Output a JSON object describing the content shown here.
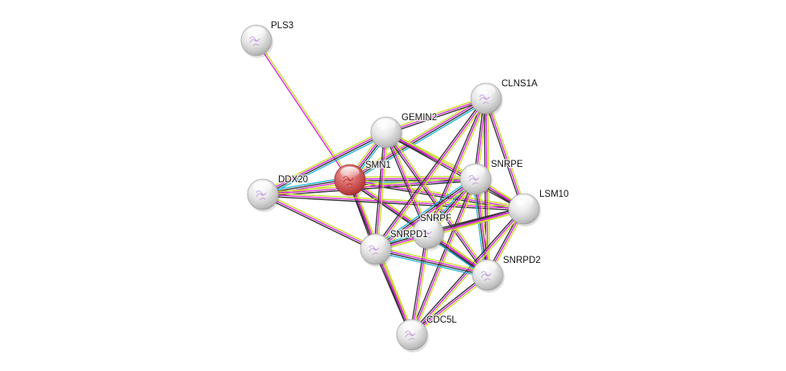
{
  "network": {
    "query_protein": "SMN1",
    "colors": {
      "query_node": "#d24a4a",
      "node": "#e6e6e6",
      "edge_textmining": "#c8dc2d",
      "edge_experiments": "#d728d7",
      "edge_coexpression": "#333333",
      "edge_database": "#22b6d6",
      "structure_glyph": "#b27fd6"
    },
    "nodes": [
      {
        "id": "PLS3",
        "label": "PLS3",
        "query": false,
        "has_structure": true
      },
      {
        "id": "GEMIN2",
        "label": "GEMIN2",
        "query": false,
        "has_structure": false
      },
      {
        "id": "CLNS1A",
        "label": "CLNS1A",
        "query": false,
        "has_structure": true
      },
      {
        "id": "SMN1",
        "label": "SMN1",
        "query": true,
        "has_structure": true
      },
      {
        "id": "DDX20",
        "label": "DDX20",
        "query": false,
        "has_structure": true
      },
      {
        "id": "SNRPE",
        "label": "SNRPE",
        "query": false,
        "has_structure": true
      },
      {
        "id": "LSM10",
        "label": "LSM10",
        "query": false,
        "has_structure": false
      },
      {
        "id": "SNRPF",
        "label": "SNRPF",
        "query": false,
        "has_structure": true
      },
      {
        "id": "SNRPD1",
        "label": "SNRPD1",
        "query": false,
        "has_structure": true
      },
      {
        "id": "SNRPD2",
        "label": "SNRPD2",
        "query": false,
        "has_structure": true
      },
      {
        "id": "CDC5L",
        "label": "CDC5L",
        "query": false,
        "has_structure": true
      }
    ],
    "edges": [
      {
        "source": "PLS3",
        "target": "SMN1",
        "types": [
          "textmining",
          "experiments"
        ]
      },
      {
        "source": "SMN1",
        "target": "GEMIN2",
        "types": [
          "textmining",
          "experiments",
          "coexpression",
          "database"
        ]
      },
      {
        "source": "SMN1",
        "target": "DDX20",
        "types": [
          "textmining",
          "experiments",
          "coexpression",
          "database"
        ]
      },
      {
        "source": "SMN1",
        "target": "CLNS1A",
        "types": [
          "textmining",
          "experiments",
          "coexpression",
          "database"
        ]
      },
      {
        "source": "SMN1",
        "target": "SNRPE",
        "types": [
          "textmining",
          "experiments",
          "coexpression",
          "database"
        ]
      },
      {
        "source": "SMN1",
        "target": "LSM10",
        "types": [
          "textmining",
          "experiments",
          "coexpression"
        ]
      },
      {
        "source": "SMN1",
        "target": "SNRPF",
        "types": [
          "textmining",
          "experiments",
          "coexpression"
        ]
      },
      {
        "source": "SMN1",
        "target": "SNRPD1",
        "types": [
          "textmining",
          "experiments",
          "coexpression"
        ]
      },
      {
        "source": "SMN1",
        "target": "SNRPD2",
        "types": [
          "textmining",
          "experiments",
          "coexpression"
        ]
      },
      {
        "source": "SMN1",
        "target": "CDC5L",
        "types": [
          "textmining",
          "experiments",
          "coexpression"
        ]
      },
      {
        "source": "DDX20",
        "target": "GEMIN2",
        "types": [
          "textmining",
          "experiments",
          "coexpression",
          "database"
        ]
      },
      {
        "source": "DDX20",
        "target": "SNRPE",
        "types": [
          "textmining",
          "experiments",
          "coexpression"
        ]
      },
      {
        "source": "DDX20",
        "target": "LSM10",
        "types": [
          "textmining",
          "experiments",
          "coexpression"
        ]
      },
      {
        "source": "DDX20",
        "target": "SNRPD1",
        "types": [
          "textmining",
          "experiments",
          "coexpression"
        ]
      },
      {
        "source": "GEMIN2",
        "target": "CLNS1A",
        "types": [
          "textmining",
          "experiments",
          "coexpression"
        ]
      },
      {
        "source": "GEMIN2",
        "target": "SNRPE",
        "types": [
          "textmining",
          "experiments",
          "coexpression"
        ]
      },
      {
        "source": "GEMIN2",
        "target": "LSM10",
        "types": [
          "textmining",
          "experiments",
          "coexpression"
        ]
      },
      {
        "source": "GEMIN2",
        "target": "SNRPF",
        "types": [
          "textmining",
          "experiments",
          "coexpression"
        ]
      },
      {
        "source": "GEMIN2",
        "target": "SNRPD1",
        "types": [
          "textmining",
          "experiments",
          "coexpression"
        ]
      },
      {
        "source": "GEMIN2",
        "target": "SNRPD2",
        "types": [
          "textmining",
          "experiments",
          "coexpression"
        ]
      },
      {
        "source": "CLNS1A",
        "target": "SNRPE",
        "types": [
          "textmining",
          "experiments",
          "coexpression"
        ]
      },
      {
        "source": "CLNS1A",
        "target": "LSM10",
        "types": [
          "textmining",
          "experiments",
          "coexpression"
        ]
      },
      {
        "source": "CLNS1A",
        "target": "SNRPF",
        "types": [
          "textmining",
          "experiments",
          "coexpression"
        ]
      },
      {
        "source": "CLNS1A",
        "target": "SNRPD1",
        "types": [
          "textmining",
          "experiments",
          "coexpression"
        ]
      },
      {
        "source": "CLNS1A",
        "target": "SNRPD2",
        "types": [
          "textmining",
          "experiments",
          "coexpression"
        ]
      },
      {
        "source": "SNRPE",
        "target": "LSM10",
        "types": [
          "textmining",
          "experiments",
          "coexpression"
        ]
      },
      {
        "source": "SNRPE",
        "target": "SNRPF",
        "types": [
          "textmining",
          "experiments",
          "coexpression",
          "database"
        ]
      },
      {
        "source": "SNRPE",
        "target": "SNRPD1",
        "types": [
          "textmining",
          "experiments",
          "coexpression",
          "database"
        ]
      },
      {
        "source": "SNRPE",
        "target": "SNRPD2",
        "types": [
          "textmining",
          "experiments",
          "coexpression",
          "database"
        ]
      },
      {
        "source": "SNRPE",
        "target": "CDC5L",
        "types": [
          "textmining",
          "experiments",
          "coexpression"
        ]
      },
      {
        "source": "LSM10",
        "target": "SNRPF",
        "types": [
          "textmining",
          "experiments",
          "coexpression"
        ]
      },
      {
        "source": "LSM10",
        "target": "SNRPD1",
        "types": [
          "textmining",
          "experiments",
          "coexpression"
        ]
      },
      {
        "source": "LSM10",
        "target": "SNRPD2",
        "types": [
          "textmining",
          "experiments",
          "coexpression"
        ]
      },
      {
        "source": "LSM10",
        "target": "CDC5L",
        "types": [
          "textmining",
          "experiments",
          "coexpression"
        ]
      },
      {
        "source": "SNRPF",
        "target": "SNRPD1",
        "types": [
          "textmining",
          "experiments",
          "coexpression",
          "database"
        ]
      },
      {
        "source": "SNRPF",
        "target": "SNRPD2",
        "types": [
          "textmining",
          "experiments",
          "coexpression",
          "database"
        ]
      },
      {
        "source": "SNRPF",
        "target": "CDC5L",
        "types": [
          "textmining",
          "experiments",
          "coexpression"
        ]
      },
      {
        "source": "SNRPD1",
        "target": "SNRPD2",
        "types": [
          "textmining",
          "experiments",
          "coexpression",
          "database"
        ]
      },
      {
        "source": "SNRPD1",
        "target": "CDC5L",
        "types": [
          "textmining",
          "experiments",
          "coexpression"
        ]
      },
      {
        "source": "SNRPD2",
        "target": "CDC5L",
        "types": [
          "textmining",
          "experiments",
          "coexpression"
        ]
      }
    ]
  }
}
